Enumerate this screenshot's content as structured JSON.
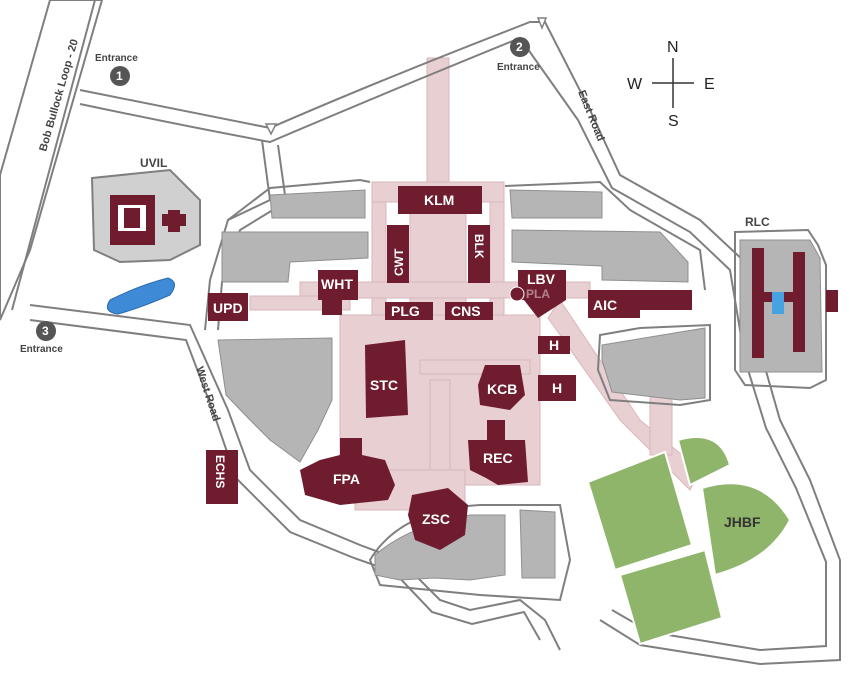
{
  "colors": {
    "building": "#6f1d2e",
    "parking": "#b5b5b5",
    "road_outline": "#7f7f7f",
    "walkway": "#e8cfd2",
    "field": "#8fb56b",
    "water": "#3f8ad6"
  },
  "highway": {
    "label": "Bob Bullock Loop - 20"
  },
  "roads": {
    "east": "East Road",
    "west": "West Road"
  },
  "entrances": [
    {
      "num": "1",
      "label": "Entrance"
    },
    {
      "num": "2",
      "label": "Entrance"
    },
    {
      "num": "3",
      "label": "Entrance"
    }
  ],
  "compass": {
    "n": "N",
    "s": "S",
    "e": "E",
    "w": "W"
  },
  "areas": {
    "uvil": "UVIL",
    "rlc": "RLC"
  },
  "buildings": {
    "klm": "KLM",
    "cwt": "CWT",
    "blk": "BLK",
    "wht": "WHT",
    "lbv": "LBV",
    "pla": "PLA",
    "upd": "UPD",
    "plg": "PLG",
    "cns": "CNS",
    "aic": "AIC",
    "h1": "H",
    "h2": "H",
    "stc": "STC",
    "kcb": "KCB",
    "rec": "REC",
    "fpa": "FPA",
    "echs": "ECHS",
    "zsc": "ZSC",
    "jhbf": "JHBF"
  }
}
